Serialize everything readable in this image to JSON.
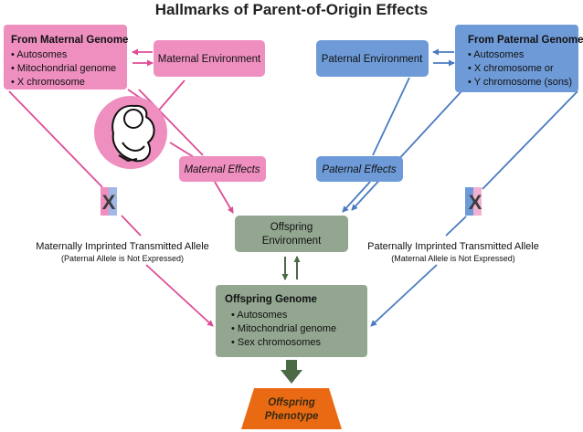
{
  "title": "Hallmarks of Parent-of-Origin Effects",
  "maternal_genome": {
    "heading": "From Maternal Genome",
    "items": [
      "• Autosomes",
      "• Mitochondrial genome",
      "• X chromosome"
    ]
  },
  "paternal_genome": {
    "heading": "From Paternal Genome",
    "items": [
      "• Autosomes",
      "• X chromosome or",
      "• Y chromosome (sons)"
    ]
  },
  "maternal_environment": "Maternal Environment",
  "paternal_environment": "Paternal Environment",
  "maternal_effects": "Maternal Effects",
  "paternal_effects": "Paternal Effects",
  "offspring_environment": [
    "Offspring",
    "Environment"
  ],
  "offspring_genome": {
    "heading": "Offspring Genome",
    "items": [
      "• Autosomes",
      "• Mitochondrial genome",
      "• Sex chromosomes"
    ]
  },
  "offspring_phenotype": [
    "Offspring",
    "Phenotype"
  ],
  "maternal_allele": {
    "main": "Maternally Imprinted Transmitted Allele",
    "sub": "(Paternal Allele is Not Expressed)"
  },
  "paternal_allele": {
    "main": "Paternally Imprinted Transmitted Allele",
    "sub": "(Maternal Allele is Not Expressed)"
  },
  "x_symbol": "X",
  "colors": {
    "maternal": "#ee8fc0",
    "maternal_arrow": "#dd4d96",
    "paternal": "#6e9bd8",
    "paternal_arrow": "#4a7bc0",
    "offspring": "#92a690",
    "offspring_arrow": "#4a6a46",
    "phenotype": "#ea6a14"
  }
}
